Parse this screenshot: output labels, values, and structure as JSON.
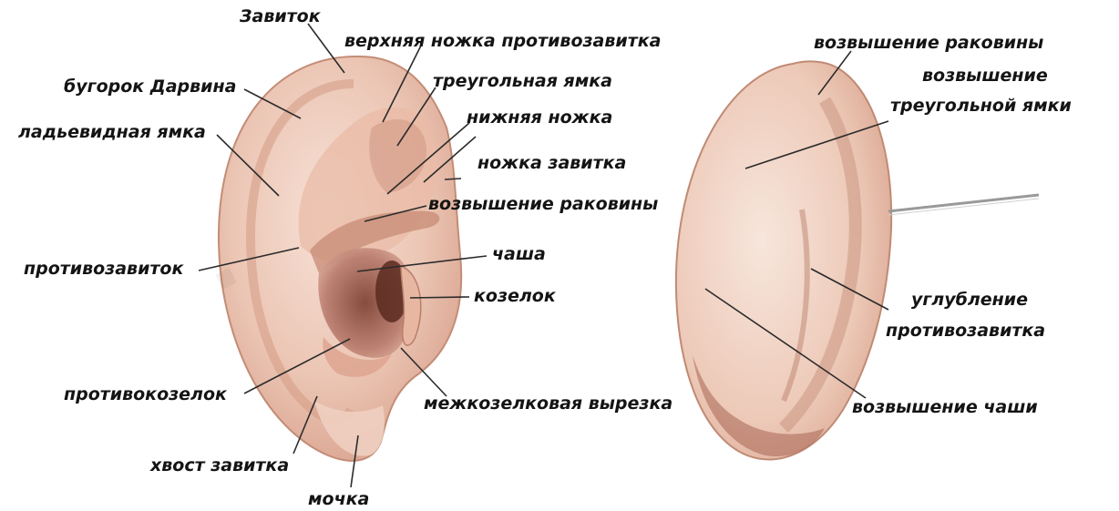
{
  "colors": {
    "skin_light": "#f4dcd0",
    "skin_mid": "#e6b8a4",
    "skin_dark": "#c98f78",
    "shadow": "#8a4f3e",
    "line": "#2b2b2b",
    "text": "#141414"
  },
  "labels": {
    "helix": "Завиток",
    "antihelix_upper_crus": "верхняя ножка противозавитка",
    "darwin_tubercle": "бугорок Дарвина",
    "triangular_fossa": "треугольная ямка",
    "scaphoid_fossa": "ладьевидная ямка",
    "lower_crus": "нижняя ножка",
    "helix_crus": "ножка завитка",
    "concha_eminence_front": "возвышение раковины",
    "antihelix": "противозавиток",
    "cavum": "чаша",
    "tragus": "козелок",
    "antitragus": "противокозелок",
    "intertragic_notch": "межкозелковая вырезка",
    "helix_tail": "хвост завитка",
    "lobule": "мочка",
    "concha_eminence_back": "возвышение раковины",
    "triangular_eminence_line1": "возвышение",
    "triangular_eminence_line2": "треугольной ямки",
    "antihelix_groove_line1": "углубление",
    "antihelix_groove_line2": "противозавитка",
    "cavum_eminence": "возвышение чаши"
  },
  "icons": {
    "front_ear": "ear-front-view-illustration",
    "back_ear": "ear-back-view-illustration"
  }
}
